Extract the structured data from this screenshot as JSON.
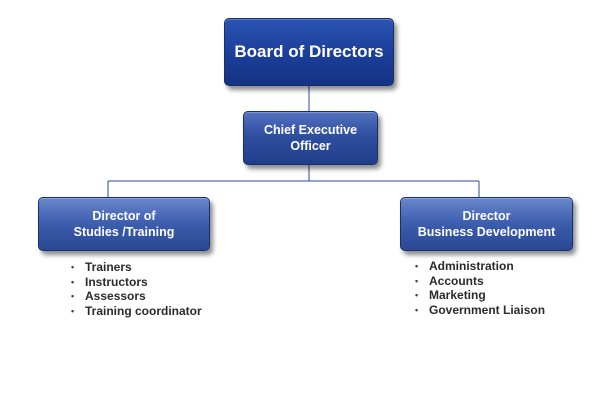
{
  "org_chart": {
    "board": {
      "label": "Board of Directors"
    },
    "ceo": {
      "label": "Chief Executive\nOfficer"
    },
    "directors": [
      {
        "label": "Director of\nStudies /Training",
        "items": [
          "Trainers",
          "Instructors",
          "Assessors",
          "Training coordinator"
        ]
      },
      {
        "label": "Director\nBusiness Development",
        "items": [
          "Administration",
          "Accounts",
          "Marketing",
          "Government Liaison"
        ]
      }
    ]
  },
  "colors": {
    "box": "#2f4f9f",
    "box_dark": "#1c3f9a",
    "connector": "#2b4a8f",
    "box_text": "#ffffff",
    "list_text": "#2b2b2b"
  }
}
